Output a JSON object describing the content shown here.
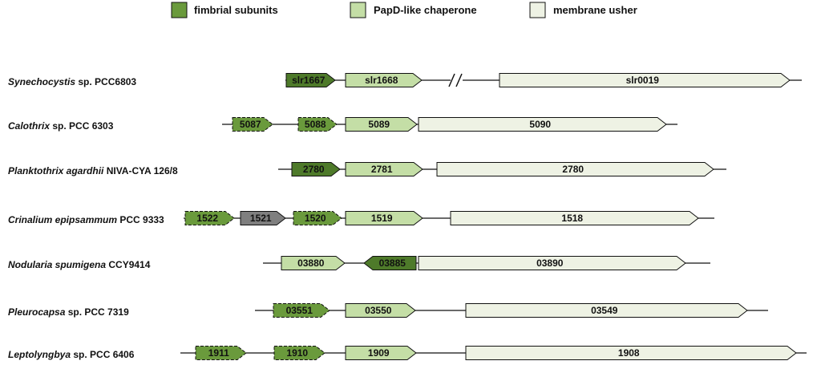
{
  "colors": {
    "fimbrial": "#6a9a3c",
    "fimbrial_dark": "#4e7a2a",
    "chaperone": "#c4dea6",
    "usher": "#eef2e4",
    "unknown": "#7f7f7f",
    "line": "#111111"
  },
  "legend": [
    {
      "key": "fimbrial",
      "label": "fimbrial subunits"
    },
    {
      "key": "chaperone",
      "label": "PapD-like chaperone"
    },
    {
      "key": "usher",
      "label": "membrane usher"
    }
  ],
  "rows": [
    {
      "species_italic": "Synechocystis",
      "species_rest": " sp. PCC6803",
      "genes": [
        {
          "label": "slr1667",
          "type": "fimbrial_dark"
        },
        {
          "label": "slr1668",
          "type": "chaperone"
        },
        {
          "label": "slr0019",
          "type": "usher"
        }
      ]
    },
    {
      "species_italic": "Calothrix",
      "species_rest": " sp. PCC 6303",
      "genes": [
        {
          "label": "5087",
          "type": "fimbrial"
        },
        {
          "label": "5088",
          "type": "fimbrial"
        },
        {
          "label": "5089",
          "type": "chaperone"
        },
        {
          "label": "5090",
          "type": "usher"
        }
      ]
    },
    {
      "species_italic": "Planktothrix agardhii",
      "species_rest": " NIVA-CYA 126/8",
      "genes": [
        {
          "label": "2780",
          "type": "fimbrial_dark"
        },
        {
          "label": "2781",
          "type": "chaperone"
        },
        {
          "label": "2780",
          "type": "usher"
        }
      ]
    },
    {
      "species_italic": "Crinalium epipsammum",
      "species_rest": " PCC 9333",
      "genes": [
        {
          "label": "1522",
          "type": "fimbrial"
        },
        {
          "label": "1521",
          "type": "unknown"
        },
        {
          "label": "1520",
          "type": "fimbrial"
        },
        {
          "label": "1519",
          "type": "chaperone"
        },
        {
          "label": "1518",
          "type": "usher"
        }
      ]
    },
    {
      "species_italic": "Nodularia spumigena",
      "species_rest": " CCY9414",
      "genes": [
        {
          "label": "03880",
          "type": "chaperone"
        },
        {
          "label": "03885",
          "type": "fimbrial_dark"
        },
        {
          "label": "03890",
          "type": "usher"
        }
      ]
    },
    {
      "species_italic": "Pleurocapsa",
      "species_rest": " sp. PCC 7319",
      "genes": [
        {
          "label": "03551",
          "type": "fimbrial"
        },
        {
          "label": "03550",
          "type": "chaperone"
        },
        {
          "label": "03549",
          "type": "usher"
        }
      ]
    },
    {
      "species_italic": "Leptolyngbya",
      "species_rest": " sp. PCC 6406",
      "genes": [
        {
          "label": "1911",
          "type": "fimbrial"
        },
        {
          "label": "1910",
          "type": "fimbrial"
        },
        {
          "label": "1909",
          "type": "chaperone"
        },
        {
          "label": "1908",
          "type": "usher"
        }
      ]
    }
  ]
}
